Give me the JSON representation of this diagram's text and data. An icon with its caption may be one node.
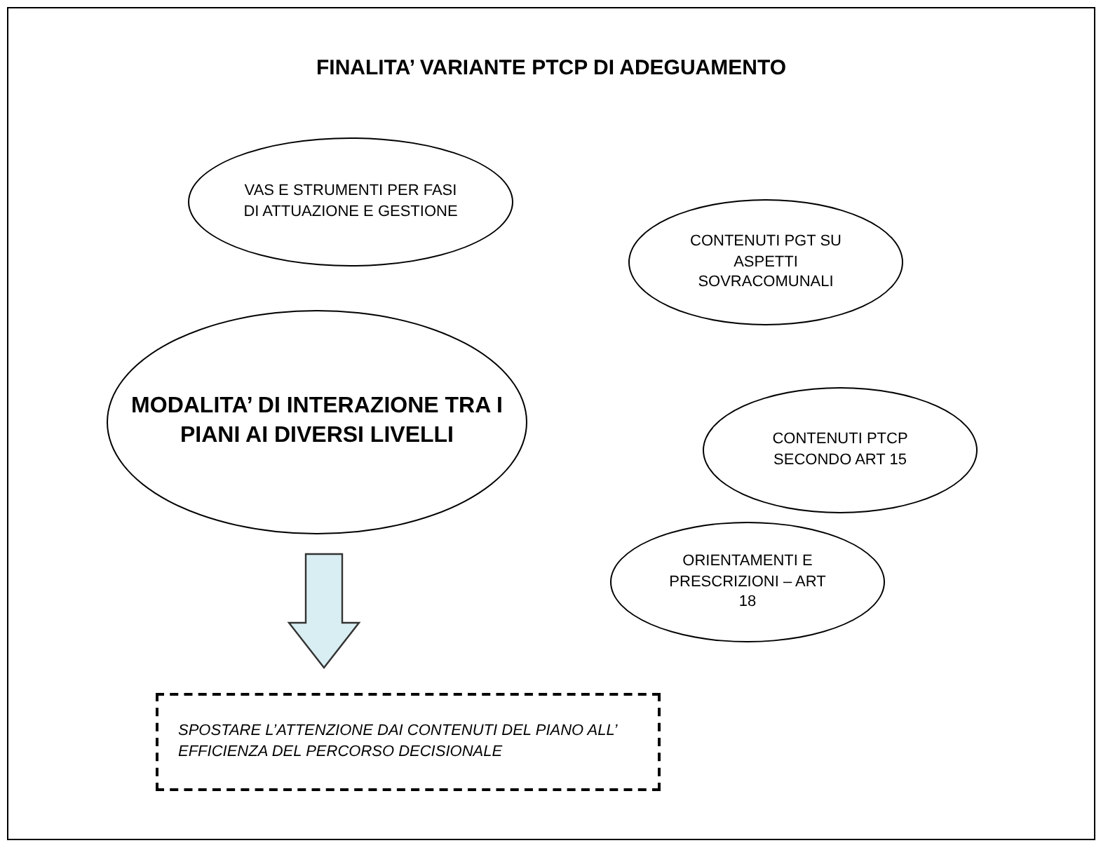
{
  "diagram": {
    "title": "FINALITA’ VARIANTE PTCP DI ADEGUAMENTO",
    "nodes": [
      {
        "text": [
          "VAS E STRUMENTI PER FASI DI ATTUAZIONE E GESTIONE"
        ]
      },
      {
        "text": [
          "CONTENUTI PGT SU ASPETTI SOVRACOMUNALI"
        ]
      },
      {
        "text": [
          "MODALITA’ DI INTERAZIONE TRA I PIANI AI DIVERSI LIVELLI"
        ]
      },
      {
        "text": [
          "CONTENUTI PTCP SECONDO ART 15"
        ]
      },
      {
        "text": [
          "ORIENTAMENTI E PRESCRIZIONI – ART 18"
        ]
      },
      {
        "text": [
          "SPOSTARE L’ATTENZIONE DAI CONTENUTI DEL PIANO ALL’ EFFICIENZA DEL PERCORSO DECISIONALE"
        ]
      }
    ],
    "edges": [
      {
        "from": 2,
        "to": 5,
        "arrow": "to",
        "style": "thick"
      }
    ]
  }
}
